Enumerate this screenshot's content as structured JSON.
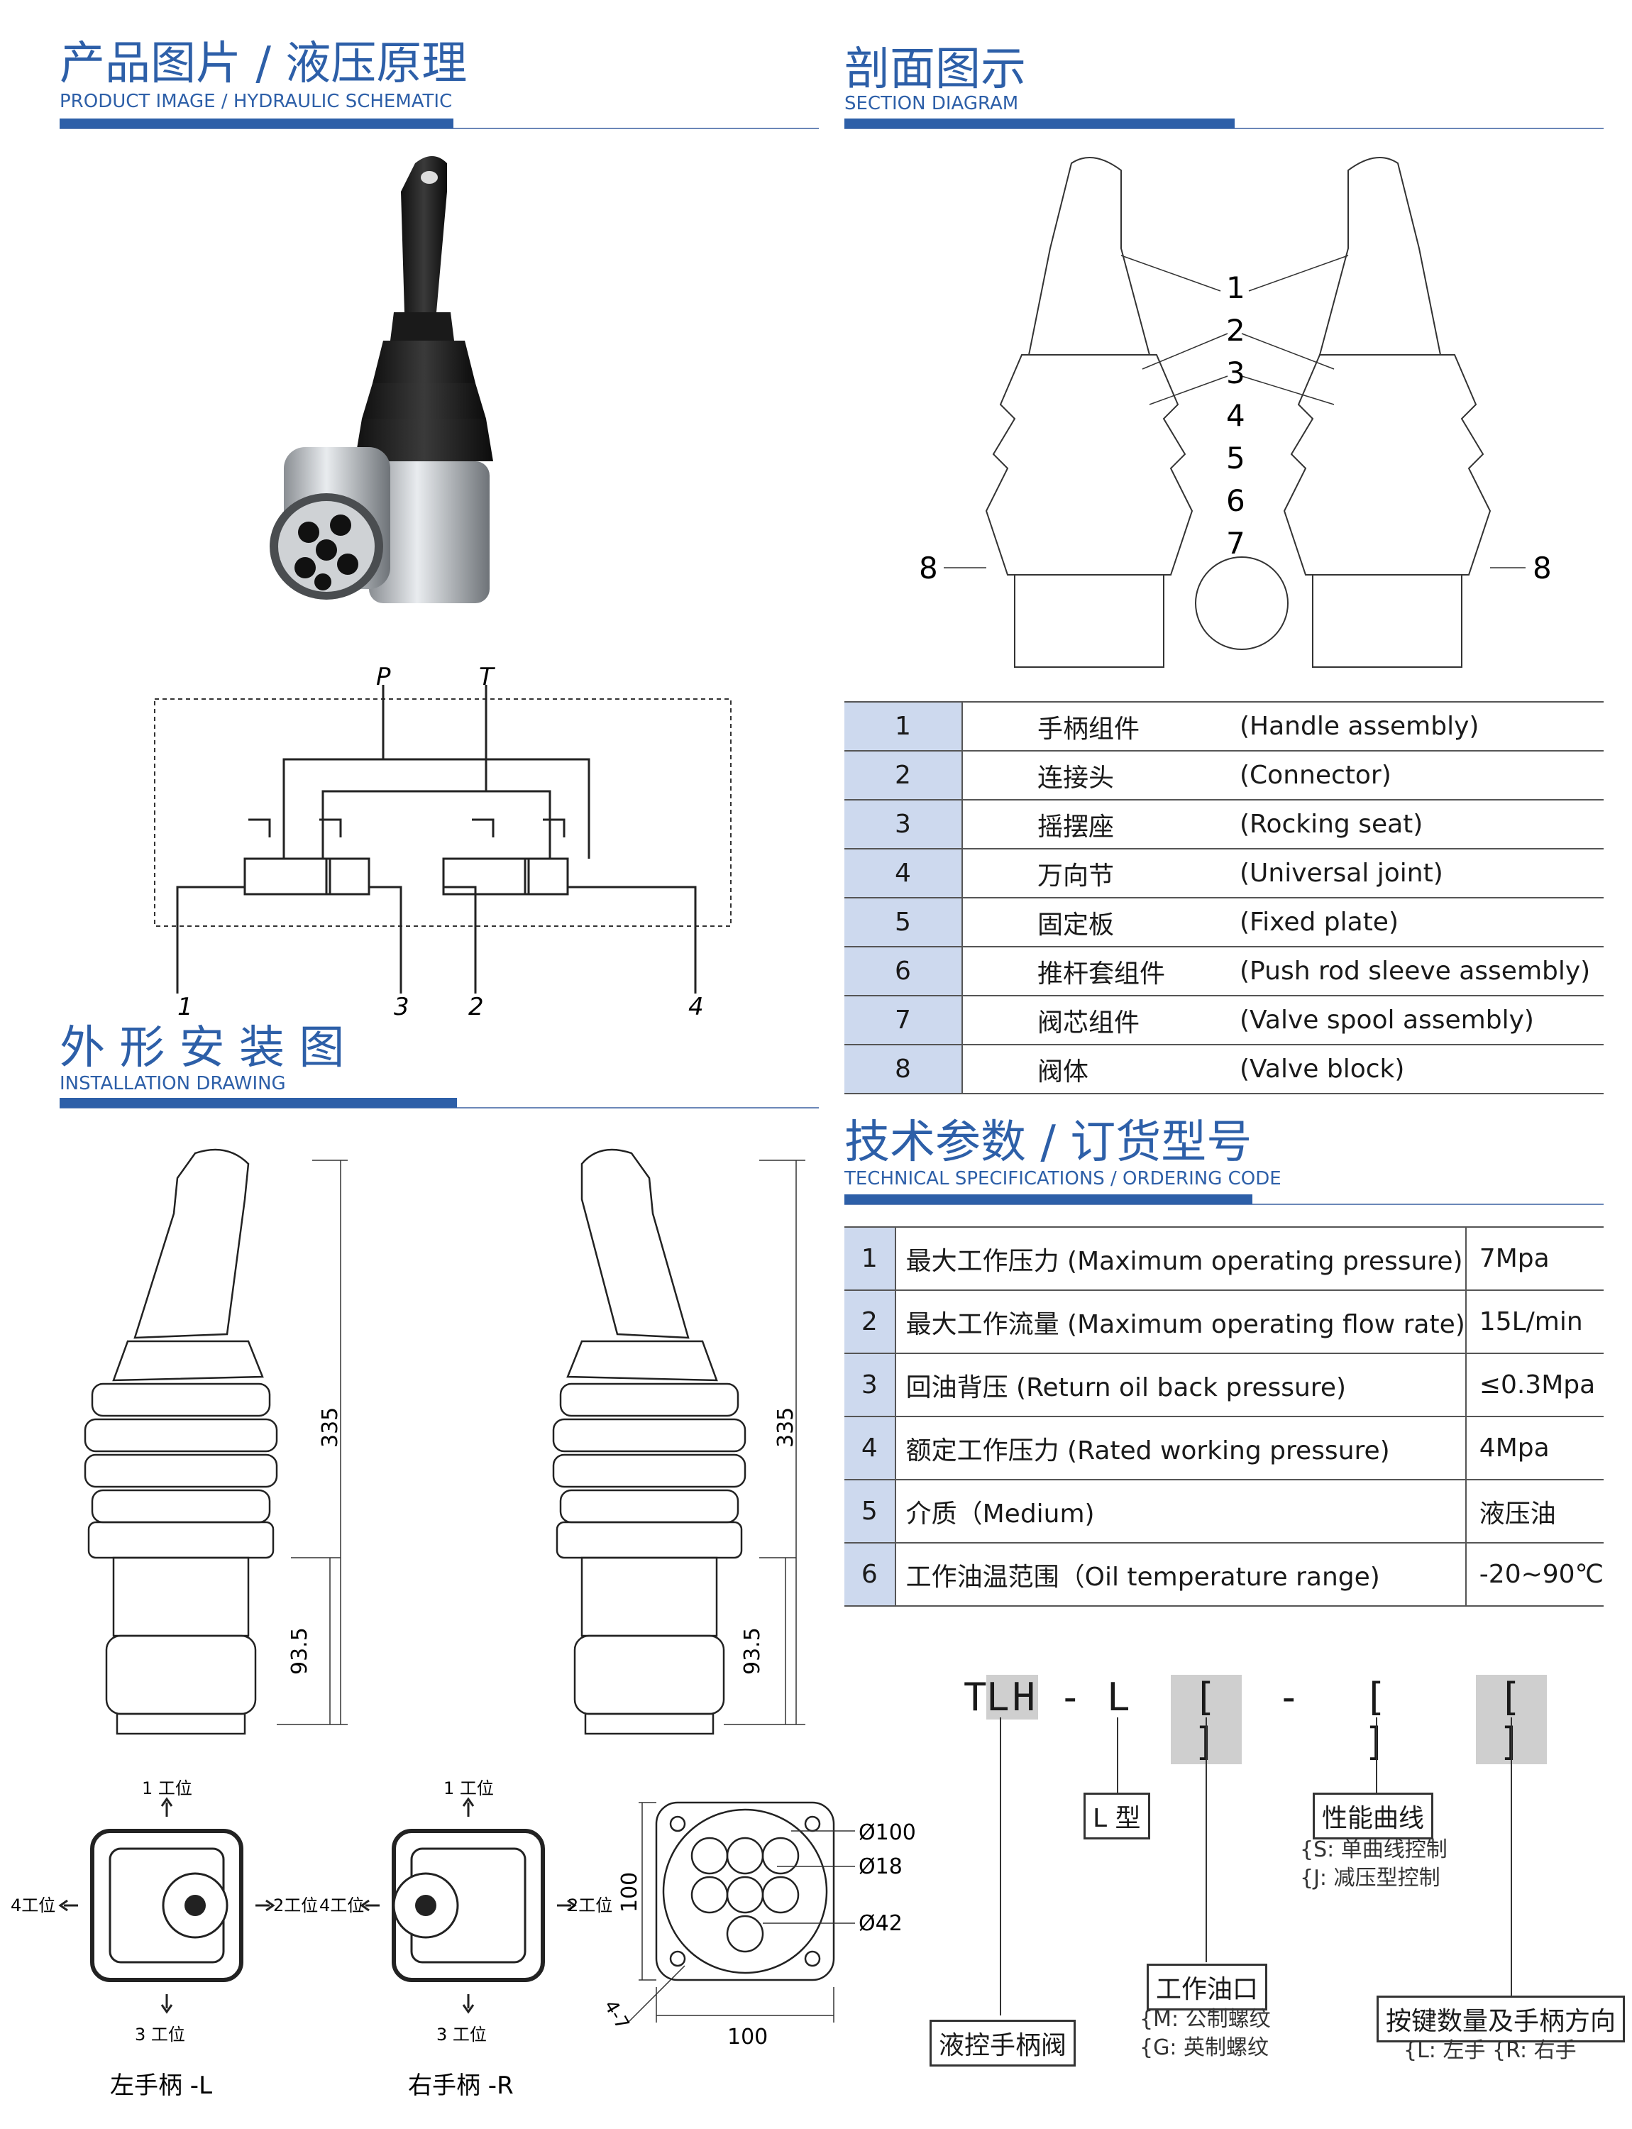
{
  "sections": {
    "product": {
      "cn": "产品图片 / 液压原理",
      "en": "PRODUCT IMAGE / HYDRAULIC SCHEMATIC"
    },
    "section": {
      "cn": "剖面图示",
      "en": "SECTION DIAGRAM"
    },
    "install": {
      "cn": "外 形 安 装 图",
      "en": "INSTALLATION DRAWING"
    },
    "tech": {
      "cn": "技术参数 / 订货型号",
      "en": "TECHNICAL SPECIFICATIONS / ORDERING CODE"
    }
  },
  "schematic": {
    "P": "P",
    "T": "T",
    "ports": [
      "1",
      "3",
      "2",
      "4"
    ]
  },
  "section_labels": [
    "1",
    "2",
    "3",
    "4",
    "5",
    "6",
    "7",
    "8",
    "8"
  ],
  "parts": [
    {
      "no": "1",
      "cn": "手柄组件",
      "en": "(Handle assembly)"
    },
    {
      "no": "2",
      "cn": "连接头",
      "en": "(Connector)"
    },
    {
      "no": "3",
      "cn": "摇摆座",
      "en": "(Rocking seat)"
    },
    {
      "no": "4",
      "cn": "万向节",
      "en": "(Universal joint)"
    },
    {
      "no": "5",
      "cn": "固定板",
      "en": "(Fixed plate)"
    },
    {
      "no": "6",
      "cn": "推杆套组件",
      "en": "(Push rod sleeve assembly)"
    },
    {
      "no": "7",
      "cn": "阀芯组件",
      "en": "(Valve spool assembly)"
    },
    {
      "no": "8",
      "cn": "阀体",
      "en": "(Valve block)"
    }
  ],
  "specs": [
    {
      "no": "1",
      "desc": "最大工作压力 (Maximum operating pressure)",
      "val": "7Mpa"
    },
    {
      "no": "2",
      "desc": "最大工作流量 (Maximum operating flow rate)",
      "val": "15L/min"
    },
    {
      "no": "3",
      "desc": "回油背压 (Return oil back pressure)",
      "val": "≤0.3Mpa"
    },
    {
      "no": "4",
      "desc": "额定工作压力 (Rated working pressure)",
      "val": "4Mpa"
    },
    {
      "no": "5",
      "desc": "介质（Medium)",
      "val": "液压油"
    },
    {
      "no": "6",
      "desc": "工作油温范围（Oil temperature range)",
      "val": "-20~90℃"
    }
  ],
  "dims": {
    "height": "335",
    "lower": "93.5",
    "base_w": "100",
    "base_h": "100",
    "d100": "Ø100",
    "d18": "Ø18",
    "d42": "Ø42",
    "small": "4-7"
  },
  "positions": {
    "p1": "1 工位",
    "p2": "2工位",
    "p3": "3 工位",
    "p4": "4工位"
  },
  "handles": {
    "left": "左手柄 -L",
    "right": "右手柄 -R"
  },
  "ordering": {
    "code": [
      "T",
      "LH",
      "-",
      "L",
      "[ ]",
      "-",
      "[ ]",
      "[ ]"
    ],
    "type_label": "L 型",
    "curve_label": "性能曲线",
    "curve_opts": [
      "{S: 单曲线控制",
      "{J: 减压型控制"
    ],
    "port_label": "工作油口",
    "port_opts": [
      "{M: 公制螺纹",
      "{G: 英制螺纹"
    ],
    "valve_label": "液控手柄阀",
    "button_label": "按键数量及手柄方向",
    "button_opts": "{L: 左手 {R: 右手"
  },
  "colors": {
    "accent": "#2d5fa8",
    "cell": "#cdd9ee",
    "codebox": "#cfcfcf"
  }
}
